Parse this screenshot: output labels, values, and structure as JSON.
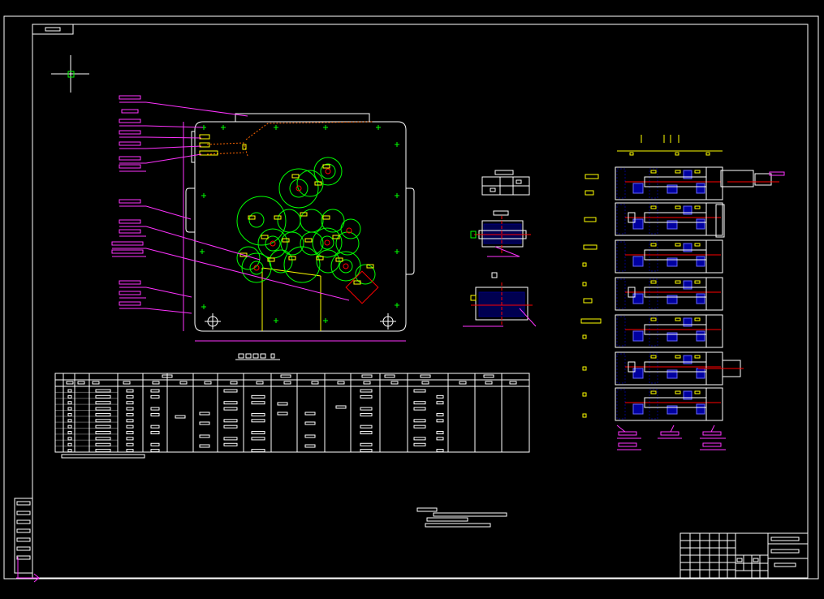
{
  "app": {
    "title": ""
  },
  "colors": {
    "background": "#000000",
    "frame": "#ffffff",
    "leader": "#ff33ff",
    "gear": "#00ff00",
    "dim": "#ffff00",
    "section": "#000080",
    "center_line": "#ff0000",
    "marker": "#00ff00"
  },
  "icons": {
    "ucs": "ucs-crosshair-icon",
    "axis": "axis-icon"
  },
  "drawing": {
    "units": "mm",
    "sheet": "A1"
  },
  "table": {
    "header_cells": 13,
    "body_rows": 11
  },
  "note": ""
}
